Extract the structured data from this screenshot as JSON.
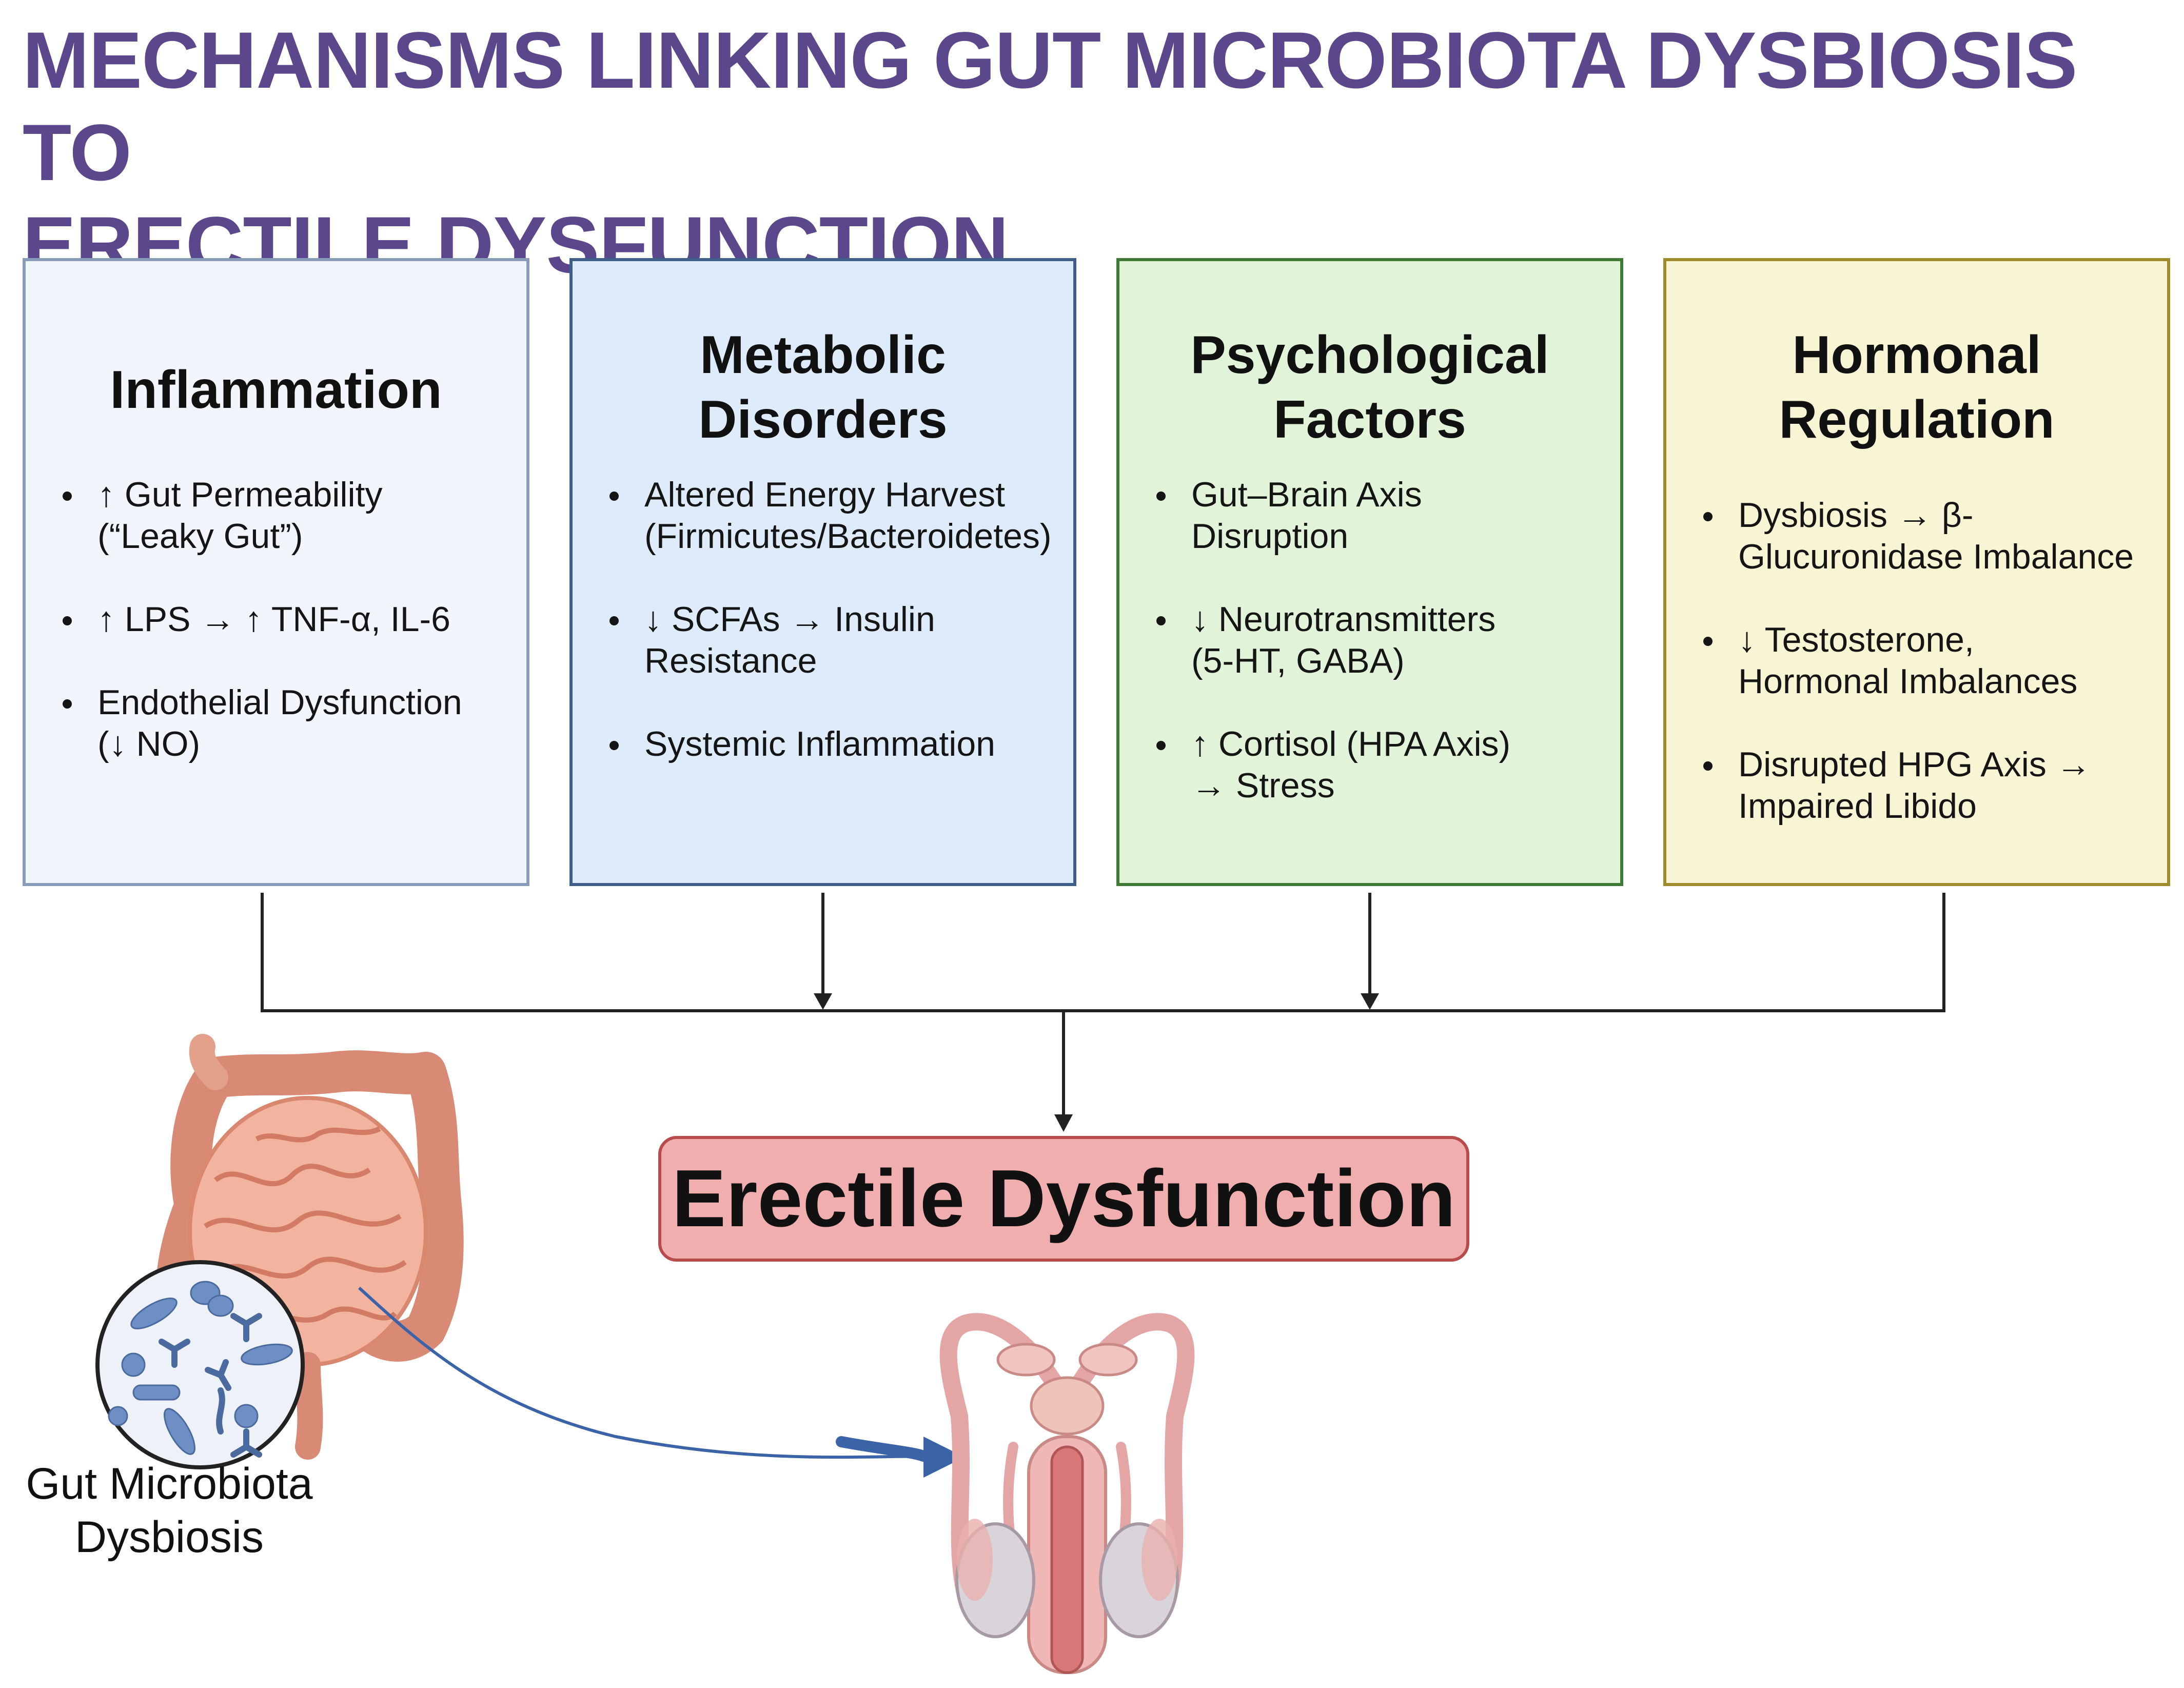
{
  "title": {
    "line1": "MECHANISMS LINKING GUT MICROBIOTA DYSBIOSIS TO",
    "line2": "ERECTILE DYSFUNCTION"
  },
  "colors": {
    "title": "#5a478c",
    "panel_inflammation": "#f2f6fc",
    "panel_metabolic": "#deebfa",
    "panel_psychological": "#e1f4d9",
    "panel_hormonal": "#f7f5d3",
    "outcome": "#f1aeae",
    "arrow_blue": "#3b63a8"
  },
  "panels": [
    {
      "title_lines": [
        "Inflammation"
      ],
      "items": [
        [
          "↑ Gut Permeability",
          "(“Leaky Gut”)"
        ],
        [
          "↑ LPS → ↑ TNF-α, IL-6"
        ],
        [
          "Endothelial Dysfunction",
          "(↓ NO)"
        ]
      ]
    },
    {
      "title_lines": [
        "Metabolic",
        "Disorders"
      ],
      "items": [
        [
          "Altered Energy Harvest",
          "(Firmicutes/Bacteroidetes)"
        ],
        [
          "↓ SCFAs → Insulin",
          "Resistance"
        ],
        [
          "Systemic Inflammation"
        ]
      ]
    },
    {
      "title_lines": [
        "Psychological",
        "Factors"
      ],
      "items": [
        [
          "Gut–Brain Axis",
          "Disruption"
        ],
        [
          "↓ Neurotransmitters",
          "(5-HT, GABA)"
        ],
        [
          "↑ Cortisol (HPA Axis)",
          "→ Stress"
        ]
      ]
    },
    {
      "title_lines": [
        "Hormonal",
        "Regulation"
      ],
      "items": [
        [
          "Dysbiosis → β-",
          "Glucuronidase Imbalance"
        ],
        [
          "↓ Testosterone,",
          "Hormonal Imbalances"
        ],
        [
          "Disrupted HPG Axis →",
          "Impaired Libido"
        ]
      ]
    }
  ],
  "outcome": "Erectile Dysfunction",
  "gut_label": {
    "line1": "Gut Microbiota",
    "line2": "Dysbiosis"
  },
  "icons": [
    "intestine-icon",
    "microbe-magnifier-icon",
    "male-reproductive-anatomy-icon",
    "curved-arrow-icon"
  ]
}
